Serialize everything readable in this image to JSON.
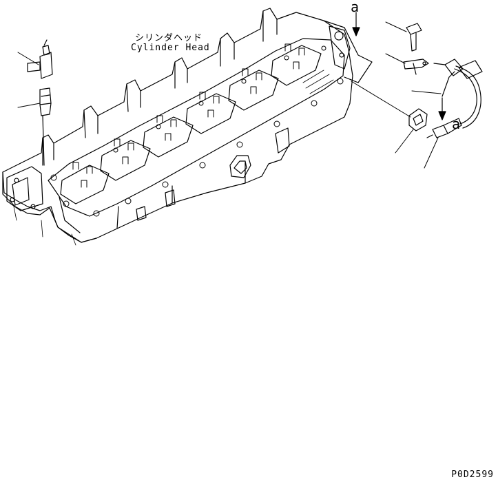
{
  "diagram": {
    "title_jp": "シリンダヘッド",
    "title_en": "Cylinder Head",
    "reference_marks": [
      "a",
      "a"
    ],
    "drawing_code": "P0D2599"
  },
  "colors": {
    "line": "#000000",
    "background": "#ffffff"
  },
  "parts": [
    "cylinder-head",
    "tee-fitting",
    "connector-nipple",
    "flange-bolt",
    "sensor-bracket",
    "drain-plug",
    "temperature-sensor",
    "sensor-harness"
  ]
}
